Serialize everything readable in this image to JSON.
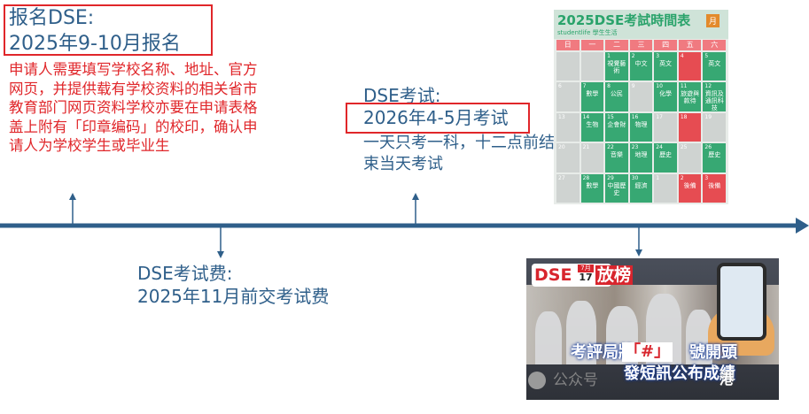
{
  "registration": {
    "title": "报名DSE:",
    "period": "2025年9-10月报名",
    "description": "申请人需要填写学校名称、地址、官方网页，并提供载有学校资料的相关省市教育部门网页资料学校亦要在申请表格盖上附有「印章编码」的校印，确认申请人为学校学生或毕业生"
  },
  "exam": {
    "title": "DSE考试:",
    "period": "2026年4-5月考试",
    "description": "一天只考一科，十二点前结束当天考试"
  },
  "fee": {
    "title": "DSE考试费:",
    "description": "2025年11月前交考试费"
  },
  "calendar_image": {
    "title": "2025DSE考試時間表",
    "subtitle": "studentlife 學生生活",
    "month": "月",
    "days": [
      "日",
      "一",
      "二",
      "三",
      "四",
      "五",
      "六"
    ],
    "cells": [
      {
        "n": "",
        "s": "",
        "t": "blank"
      },
      {
        "n": "",
        "s": "",
        "t": "blank"
      },
      {
        "n": "1",
        "s": "視覺藝術",
        "t": "exam"
      },
      {
        "n": "2",
        "s": "中文",
        "t": "exam"
      },
      {
        "n": "3",
        "s": "英文",
        "t": "exam"
      },
      {
        "n": "4",
        "s": "",
        "t": "red"
      },
      {
        "n": "5",
        "s": "英文",
        "t": "exam"
      },
      {
        "n": "6",
        "s": "",
        "t": "blank"
      },
      {
        "n": "7",
        "s": "數學",
        "t": "exam"
      },
      {
        "n": "8",
        "s": "公民",
        "t": "exam"
      },
      {
        "n": "9",
        "s": "",
        "t": "blank"
      },
      {
        "n": "10",
        "s": "化學",
        "t": "exam"
      },
      {
        "n": "11",
        "s": "旅遊與款待",
        "t": "exam"
      },
      {
        "n": "12",
        "s": "資訊及通訊科技",
        "t": "exam"
      },
      {
        "n": "13",
        "s": "",
        "t": "blank"
      },
      {
        "n": "14",
        "s": "生物",
        "t": "exam"
      },
      {
        "n": "15",
        "s": "企會財",
        "t": "exam"
      },
      {
        "n": "16",
        "s": "物理",
        "t": "exam"
      },
      {
        "n": "17",
        "s": "",
        "t": "blank"
      },
      {
        "n": "18",
        "s": "",
        "t": "red"
      },
      {
        "n": "19",
        "s": "",
        "t": "blank"
      },
      {
        "n": "20",
        "s": "",
        "t": "blank"
      },
      {
        "n": "21",
        "s": "",
        "t": "blank"
      },
      {
        "n": "22",
        "s": "音樂",
        "t": "exam"
      },
      {
        "n": "23",
        "s": "地理",
        "t": "exam"
      },
      {
        "n": "24",
        "s": "歷史",
        "t": "exam"
      },
      {
        "n": "25",
        "s": "",
        "t": "blank"
      },
      {
        "n": "26",
        "s": "歷史",
        "t": "exam"
      },
      {
        "n": "27",
        "s": "",
        "t": "blank"
      },
      {
        "n": "28",
        "s": "數學",
        "t": "exam"
      },
      {
        "n": "29",
        "s": "中國歷史",
        "t": "exam"
      },
      {
        "n": "30",
        "s": "經濟",
        "t": "exam"
      },
      {
        "n": "1",
        "s": "",
        "t": "blank"
      },
      {
        "n": "2",
        "s": "後備",
        "t": "red"
      },
      {
        "n": "3",
        "s": "後備",
        "t": "red"
      }
    ]
  },
  "news_image": {
    "badge": "DSE",
    "month": "7月",
    "day": "17",
    "release": "放榜",
    "caption_line1_pre": "考評局將以",
    "caption_hash": "「#」",
    "caption_line1_post": "號開頭",
    "caption_line2": "發短訊公布成績"
  },
  "watermark": {
    "text": "公众号",
    "logo": "港"
  },
  "colors": {
    "text_blue": "#2f5f8a",
    "highlight_red": "#e0262a",
    "timeline": "#2f5f8a"
  }
}
